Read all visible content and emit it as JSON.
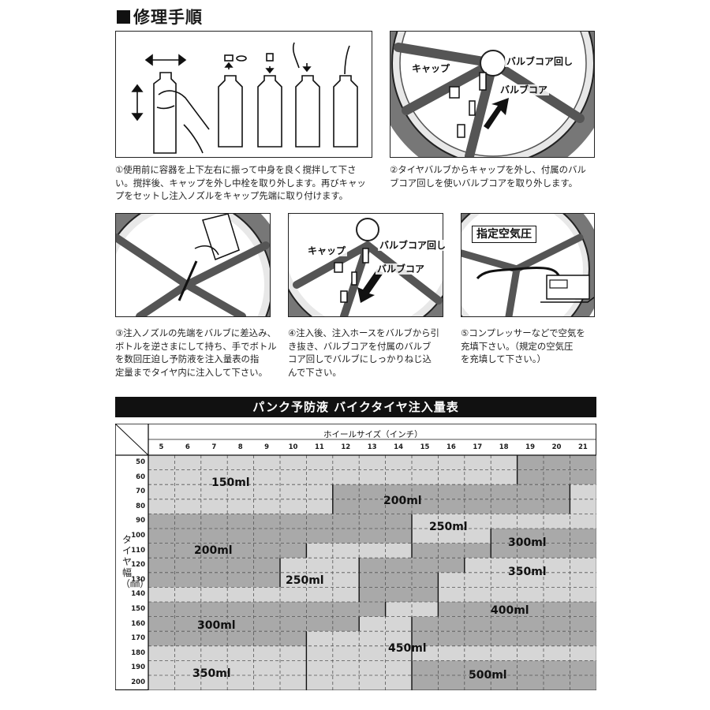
{
  "heading": "修理手順",
  "steps": [
    {
      "caption": "①使用前に容器を上下左右に振って中身を良く撹拌して下さ\nい。撹拌後、キャップを外し中栓を取り外します。再びキャッ\nプをセットし注入ノズルをキャップ先端に取り付けます。"
    },
    {
      "caption": "②タイヤバルブからキャップを外し、付属のバル\nブコア回しを使いバルブコアを取り外します。",
      "labels": {
        "cap": "キャップ",
        "core_tool": "バルブコア回し",
        "core": "バルブコア"
      }
    },
    {
      "caption": "③注入ノズルの先端をバルブに差込み、\nボトルを逆さまにして持ち、手でボトル\nを数回圧迫し予防液を注入量表の指\n定量までタイヤ内に注入して下さい。"
    },
    {
      "caption": "④注入後、注入ホースをバルブから引\nき抜き、バルブコアを付属のバルブ\nコア回しでバルブにしっかりねじ込\nんで下さい。",
      "labels": {
        "cap": "キャップ",
        "core_tool": "バルブコア回し",
        "core": "バルブコア"
      }
    },
    {
      "caption": "⑤コンプレッサーなどで空気を\n充填下さい。（規定の空気圧\nを充填して下さい。）",
      "labels": {
        "pressure": "指定空気圧"
      }
    }
  ],
  "table": {
    "title": "パンク予防液 バイクタイヤ注入量表",
    "col_header": "ホイールサイズ（インチ）",
    "row_header": "タイヤ幅（㎜）",
    "columns": [
      "5",
      "6",
      "7",
      "8",
      "9",
      "10",
      "11",
      "12",
      "13",
      "14",
      "15",
      "16",
      "17",
      "18",
      "19",
      "20",
      "21"
    ],
    "rows": [
      "50",
      "60",
      "70",
      "80",
      "90",
      "100",
      "110",
      "120",
      "130",
      "140",
      "150",
      "160",
      "170",
      "180",
      "190",
      "200"
    ],
    "regions": [
      {
        "label": "150ml",
        "shade": "#d6d6d6"
      },
      {
        "label": "200ml",
        "shade": "#a9a9a9"
      },
      {
        "label": "250ml",
        "shade": "#d6d6d6"
      },
      {
        "label": "300ml",
        "shade": "#a9a9a9"
      },
      {
        "label": "350ml",
        "shade": "#d6d6d6"
      },
      {
        "label": "400ml",
        "shade": "#a9a9a9"
      },
      {
        "label": "450ml",
        "shade": "#d6d6d6"
      },
      {
        "label": "500ml",
        "shade": "#a9a9a9"
      }
    ],
    "region_labels": [
      {
        "text": "150ml"
      },
      {
        "text": "200ml"
      },
      {
        "text": "250ml"
      },
      {
        "text": "300ml"
      },
      {
        "text": "350ml"
      },
      {
        "text": "200ml"
      },
      {
        "text": "250ml"
      },
      {
        "text": "400ml"
      },
      {
        "text": "300ml"
      },
      {
        "text": "450ml"
      },
      {
        "text": "350ml"
      },
      {
        "text": "500ml"
      }
    ]
  }
}
